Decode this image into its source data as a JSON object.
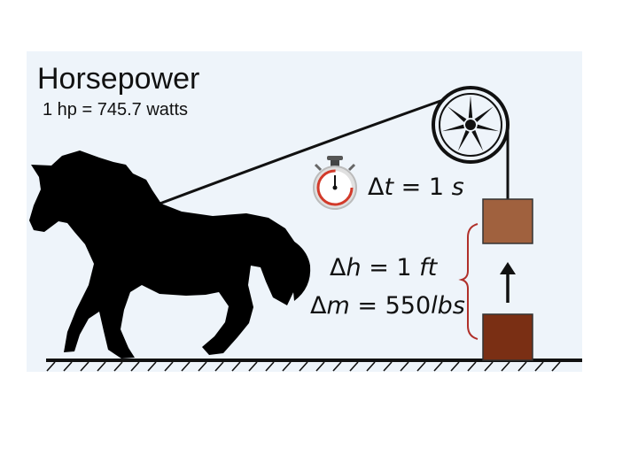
{
  "title": "Horsepower",
  "subtitle": "1 hp = 745.7 watts",
  "equations": {
    "time": {
      "symbol": "Δ",
      "var": "t",
      "rest": " = 1 ",
      "unit": "s"
    },
    "height": {
      "symbol": "Δ",
      "var": "h",
      "rest": " = 1 ",
      "unit": "ft"
    },
    "mass": {
      "symbol": "Δ",
      "var": "m",
      "rest": " = 550",
      "unit": "lbs"
    }
  },
  "colors": {
    "background_panel": "#eef4fa",
    "silhouette": "#000000",
    "box_top": "#a0613e",
    "box_bottom": "#7a2f14",
    "brace": "#b0302a",
    "stopwatch_accent": "#d23a2a"
  },
  "icons": [
    "horse-silhouette-icon",
    "pulley-wheel-icon",
    "stopwatch-icon",
    "up-arrow-icon"
  ]
}
